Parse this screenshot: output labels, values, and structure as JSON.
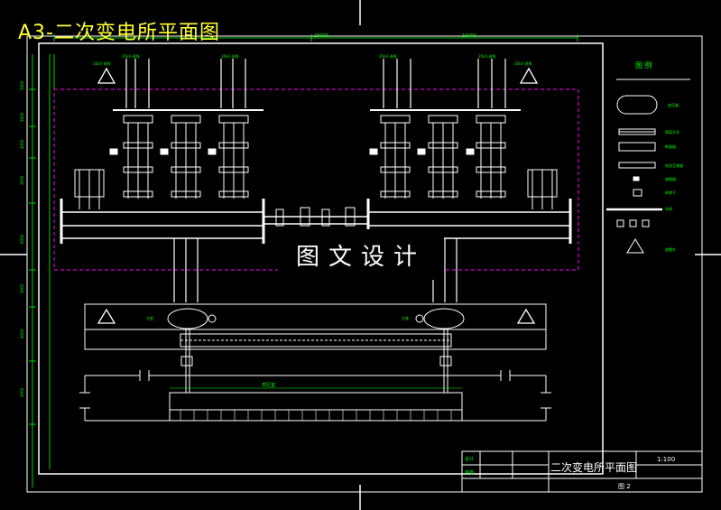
{
  "header": {
    "title": "A3-二次变电所平面图"
  },
  "watermark": "图文设计",
  "legend": {
    "title": "图 例",
    "items": [
      {
        "symbol": "transformer-icon",
        "label": "变压器"
      },
      {
        "symbol": "disconnect-switch-icon",
        "label": "隔离开关"
      },
      {
        "symbol": "breaker-icon",
        "label": "断路器"
      },
      {
        "symbol": "current-transformer-icon",
        "label": "电流互感器"
      },
      {
        "symbol": "arrester-icon",
        "label": "避雷器"
      },
      {
        "symbol": "busbar-icon",
        "label": "母线"
      },
      {
        "symbol": "insulator-icon",
        "label": "绝缘子"
      },
      {
        "symbol": "lightning-rod-icon",
        "label": "避雷针"
      }
    ]
  },
  "labels": {
    "feeder": "35kV 进线",
    "transformer": "主变",
    "switchroom": "高压室"
  },
  "dimensions": {
    "top_left": "16000",
    "top_right": "16000",
    "left": [
      "3000",
      "3000",
      "4000",
      "3000",
      "6000",
      "3000",
      "4000",
      "3000"
    ]
  },
  "titleblock": {
    "row1": "设计",
    "row2": "审核",
    "drawing_title": "二次变电所平面图",
    "scale": "1:100",
    "sheet": "图 2"
  },
  "colors": {
    "background": "#000000",
    "line": "#ffffff",
    "dimension": "#00ff00",
    "boundary": "#ff00ff",
    "title": "#ffff33"
  }
}
